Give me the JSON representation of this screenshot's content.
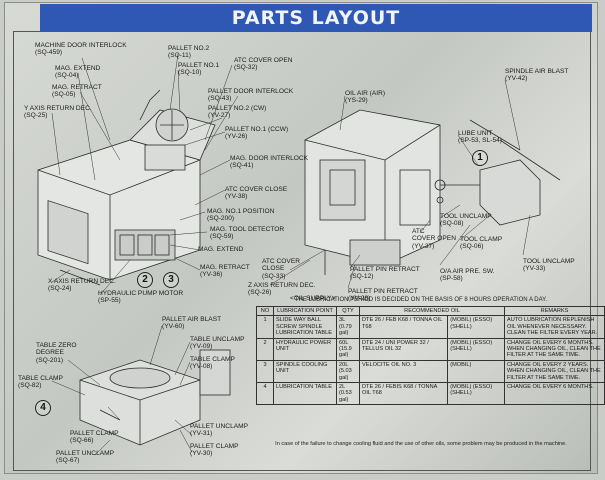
{
  "title": "PARTS LAYOUT",
  "labels": [
    {
      "key": "door",
      "lines": [
        "MACHINE DOOR INTERLOCK",
        "(SQ-459)"
      ]
    },
    {
      "key": "magext",
      "lines": [
        "MAG. EXTEND",
        "(SQ-04)"
      ]
    },
    {
      "key": "magret",
      "lines": [
        "MAG. RETRACT",
        "(SQ-05)"
      ]
    },
    {
      "key": "yret",
      "lines": [
        "Y AXIS RETURN DEC.",
        "(SQ-25)"
      ]
    },
    {
      "key": "pallet2",
      "lines": [
        "PALLET NO.2",
        "(SQ-11)"
      ]
    },
    {
      "key": "pallet1",
      "lines": [
        "PALLET NO.1",
        "(SQ-10)"
      ]
    },
    {
      "key": "atcopen",
      "lines": [
        "ATC COVER OPEN",
        "(SQ-32)"
      ]
    },
    {
      "key": "pdoor",
      "lines": [
        "PALLET DOOR INTERLOCK",
        "(SQ-43)"
      ]
    },
    {
      "key": "p2cw",
      "lines": [
        "PALLET NO.2 (CW)",
        "(YV-27)"
      ]
    },
    {
      "key": "p1ccw",
      "lines": [
        "PALLET NO.1 (CCW)",
        "(YV-26)"
      ]
    },
    {
      "key": "magdoor",
      "lines": [
        "MAG. DOOR INTERLOCK",
        "(SQ-41)"
      ]
    },
    {
      "key": "atcclose",
      "lines": [
        "ATC COVER CLOSE",
        "(YV-38)"
      ]
    },
    {
      "key": "mag1pos",
      "lines": [
        "MAG. NO.1 POSITION",
        "(SQ-200)"
      ]
    },
    {
      "key": "magtool",
      "lines": [
        "MAG. TOOL DETECTOR",
        "(SQ-59)"
      ]
    },
    {
      "key": "magext2",
      "lines": [
        "MAG. EXTEND"
      ]
    },
    {
      "key": "magret2",
      "lines": [
        "MAG. RETRACT",
        "(YV-36)"
      ]
    },
    {
      "key": "hyd",
      "lines": [
        "HYDRAULIC PUMP MOTOR",
        "(SP-55)"
      ]
    },
    {
      "key": "xret",
      "lines": [
        "X AXIS RETURN DEC.",
        "(SQ-24)"
      ]
    },
    {
      "key": "oilair",
      "lines": [
        "OIL AIR (AIR)",
        "(YS-29)"
      ]
    },
    {
      "key": "spblast",
      "lines": [
        "SPINDLE AIR BLAST",
        "(YV-42)"
      ]
    },
    {
      "key": "lube",
      "lines": [
        "LUBE UNIT",
        "(SP-53, SL-54)"
      ]
    },
    {
      "key": "tunclamp",
      "lines": [
        "TOOL UNCLAMP",
        "(SQ-08)"
      ]
    },
    {
      "key": "atcco",
      "lines": [
        "ATC",
        "COVER OPEN",
        "(YV-37)"
      ]
    },
    {
      "key": "tclamp",
      "lines": [
        "TOOL CLAMP",
        "(SQ-06)"
      ]
    },
    {
      "key": "tunclamp2",
      "lines": [
        "TOOL UNCLAMP",
        "(YV-33)"
      ]
    },
    {
      "key": "oairpre",
      "lines": [
        "O/A AIR PRE. SW.",
        "(SP-58)"
      ]
    },
    {
      "key": "atccc",
      "lines": [
        "ATC COVER",
        "CLOSE",
        "(SQ-33)"
      ]
    },
    {
      "key": "ppinret",
      "lines": [
        "PALLET PIN RETRACT",
        "(SQ-12)"
      ]
    },
    {
      "key": "zret",
      "lines": [
        "Z AXIS RETURN DEC.",
        "(SQ-26)"
      ]
    },
    {
      "key": "oilsup",
      "lines": [
        "<OIL SUPPLY>"
      ]
    },
    {
      "key": "ppinret2",
      "lines": [
        "PALLET PIN RETRACT",
        "(YV-28)"
      ]
    },
    {
      "key": "pblast",
      "lines": [
        "PALLET AIR BLAST",
        "(YV-60)"
      ]
    },
    {
      "key": "tunclamp3",
      "lines": [
        "TABLE UNCLAMP",
        "(YV-09)"
      ]
    },
    {
      "key": "tclamp3",
      "lines": [
        "TABLE CLAMP",
        "(YV-08)"
      ]
    },
    {
      "key": "tzero",
      "lines": [
        "TABLE ZERO",
        "DEGREE",
        "(SQ-201)"
      ]
    },
    {
      "key": "tclampsq",
      "lines": [
        "TABLE CLAMP",
        "(SQ-82)"
      ]
    },
    {
      "key": "pclamp",
      "lines": [
        "PALLET CLAMP",
        "(SQ-66)"
      ]
    },
    {
      "key": "punclamp",
      "lines": [
        "PALLET UNCLAMP",
        "(SQ-67)"
      ]
    },
    {
      "key": "punclampyv",
      "lines": [
        "PALLET UNCLAMP",
        "(YV-31)"
      ]
    },
    {
      "key": "pclampyv",
      "lines": [
        "PALLET CLAMP",
        "(YV-30)"
      ]
    }
  ],
  "circle_numbers": [
    "1",
    "2",
    "3",
    "4"
  ],
  "period_note": "THE LUBRICATION PERIOD IS DECIDED ON THE BASIS OF 8 HOURS OPERATION A DAY.",
  "table": {
    "headers": [
      "NO",
      "LUBRICATION POINT",
      "QTY",
      "RECOMMENDED OIL",
      "",
      "REMARKS"
    ],
    "rows": [
      {
        "no": "1",
        "point": "SLIDE WAY BALL SCREW SPINDLE LUBRICATION TABLE",
        "qty": "3L (0.79 gal)",
        "oil": "DTE 26 / FEB K68 / TONNA OIL T68",
        "brand": "(MOBIL) (ESSO) (SHELL)",
        "remarks": "AUTO LUBRICATION REPLENISH OIL WHENEVER NECESSARY. CLEAN THE FILTER EVERY YEAR."
      },
      {
        "no": "2",
        "point": "HYDRAULIC POWER UNIT",
        "qty": "60L (15.9 gal)",
        "oil": "DTE 24 / UNI POWER 32 / TELLUS OIL 32",
        "brand": "(MOBIL) (ESSO) (SHELL)",
        "remarks": "CHANGE OIL EVERY 6 MONTHS. WHEN CHANGING OIL, CLEAN THE FILTER AT THE SAME TIME."
      },
      {
        "no": "3",
        "point": "SPINDLE COOLING UNIT",
        "qty": "20L (5.03 gal)",
        "oil": "VELOCITE OIL NO. 3",
        "brand": "(MOBIL)",
        "remarks": "CHANGE OIL EVERY 2 YEARS. WHEN CHANGING OIL, CLEAN THE FILTER AT THE SAME TIME."
      },
      {
        "no": "4",
        "point": "LUBRICATION TABLE",
        "qty": "2L (0.53 gal)",
        "oil": "DTE 26 / FEBIS K68 / TONNA OIL T68",
        "brand": "(MOBIL) (ESSO) (SHELL)",
        "remarks": "CHANGE OIL EVERY 6 MONTHS."
      }
    ]
  },
  "footer": "In case of the failure to change cooling fluid and the use of other oils, some problem may be produced in the machine."
}
